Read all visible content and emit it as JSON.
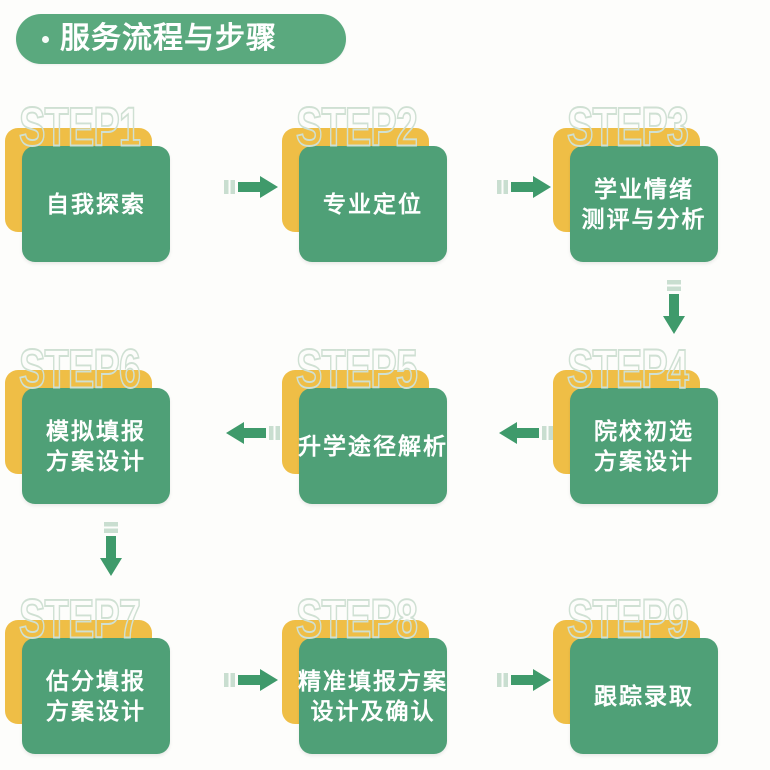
{
  "header": {
    "title": "服务流程与步骤",
    "bullet": "bullet-dot",
    "pill_color": "#5aa97e",
    "text_color": "#ffffff"
  },
  "theme": {
    "background": "#fdfdfb",
    "card_front": "#4fa077",
    "card_back": "#efbe46",
    "step_outline": "#cfe0d3",
    "arrow": "#3f9a6b",
    "arrow_tick": "#c9ded0"
  },
  "steps": [
    {
      "tag": "STEP1",
      "lines": [
        "自我探索"
      ]
    },
    {
      "tag": "STEP2",
      "lines": [
        "专业定位"
      ]
    },
    {
      "tag": "STEP3",
      "lines": [
        "学业情绪",
        "测评与分析"
      ]
    },
    {
      "tag": "STEP4",
      "lines": [
        "院校初选",
        "方案设计"
      ]
    },
    {
      "tag": "STEP5",
      "lines": [
        "升学途径解析"
      ]
    },
    {
      "tag": "STEP6",
      "lines": [
        "模拟填报",
        "方案设计"
      ]
    },
    {
      "tag": "STEP7",
      "lines": [
        "估分填报",
        "方案设计"
      ]
    },
    {
      "tag": "STEP8",
      "lines": [
        "精准填报方案",
        "设计及确认"
      ]
    },
    {
      "tag": "STEP9",
      "lines": [
        "跟踪录取"
      ]
    }
  ],
  "connectors": [
    {
      "name": "arrow-step1-to-step2",
      "direction": "right"
    },
    {
      "name": "arrow-step2-to-step3",
      "direction": "right"
    },
    {
      "name": "arrow-step3-to-step4",
      "direction": "down"
    },
    {
      "name": "arrow-step4-to-step5",
      "direction": "left"
    },
    {
      "name": "arrow-step5-to-step6",
      "direction": "left"
    },
    {
      "name": "arrow-step6-to-step7",
      "direction": "down"
    },
    {
      "name": "arrow-step7-to-step8",
      "direction": "right"
    },
    {
      "name": "arrow-step8-to-step9",
      "direction": "right"
    }
  ]
}
